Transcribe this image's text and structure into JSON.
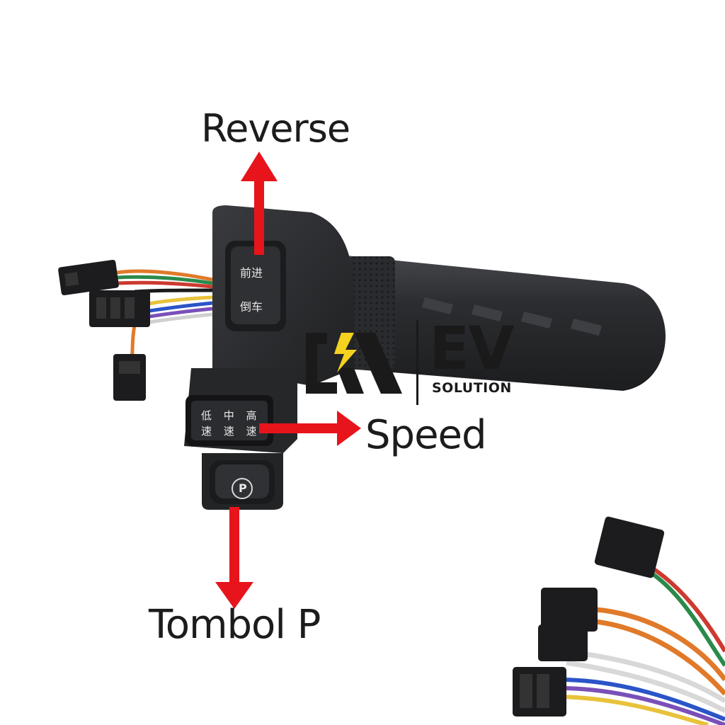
{
  "labels": {
    "reverse": "Reverse",
    "speed": "Speed",
    "tombol_p": "Tombol P"
  },
  "logo": {
    "main": "EV",
    "sub": "SOLUTION"
  },
  "switch_text": {
    "forward": "前进",
    "reverse": "倒车",
    "speed_top": "低 中 高",
    "speed_bottom": "速 速 速",
    "park": "P"
  },
  "colors": {
    "arrow": "#e8141b",
    "body": "#2a2b2e",
    "logo_bolt": "#f4d21f"
  }
}
